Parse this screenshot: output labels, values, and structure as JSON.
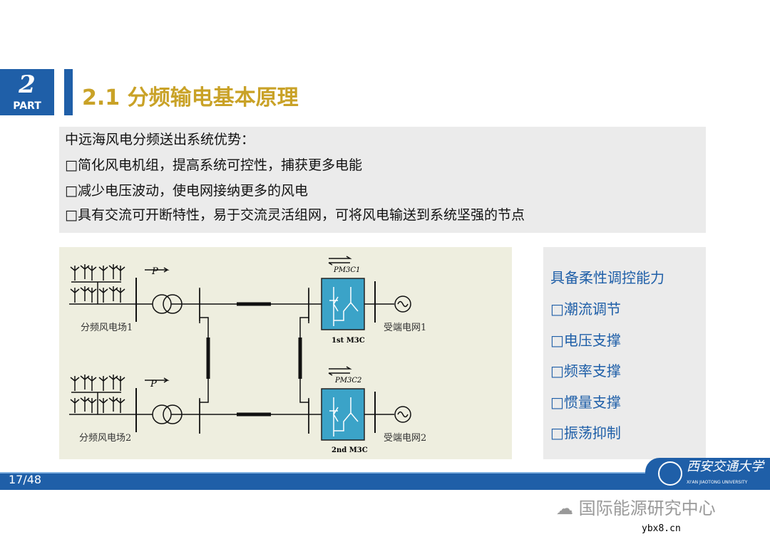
{
  "header": {
    "badge_number": "2",
    "badge_label": "PART",
    "title": "2.1  分频输电基本原理"
  },
  "intro": {
    "heading": "中远海风电分频送出系统优势：",
    "bullets": [
      "□简化风电机组，提高系统可控性，捕获更多电能",
      "□减少电压波动，使电网接纳更多的风电",
      "□具有交流可开断特性，易于交流灵活组网，可将风电输送到系统坚强的节点"
    ]
  },
  "diagram": {
    "farm1": "分频风电场1",
    "farm2": "分频风电场2",
    "grid1": "受端电网1",
    "grid2": "受端电网2",
    "p": "P",
    "pm1": "PM3C1",
    "pm2": "PM3C2",
    "m3c1": "1st M3C",
    "m3c2": "2nd M3C",
    "converter_color": "#3ba3c8"
  },
  "panel": {
    "heading": "具备柔性调控能力",
    "items": [
      "□潮流调节",
      "□电压支撑",
      "□频率支撑",
      "□惯量支撑",
      "□振荡抑制"
    ]
  },
  "footer": {
    "page": "17/48",
    "university": "西安交通大学",
    "university_en": "XI'AN JIAOTONG UNIVERSITY"
  },
  "watermark": {
    "text": "国际能源研究中心",
    "site": "ybx8.cn"
  },
  "colors": {
    "brand": "#1f5fa8",
    "title": "#c9a227"
  }
}
